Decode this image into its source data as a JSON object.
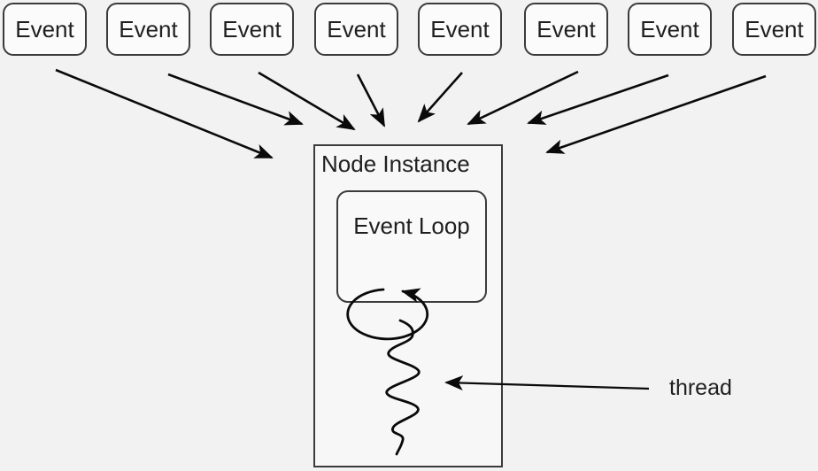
{
  "events": [
    "Event",
    "Event",
    "Event",
    "Event",
    "Event",
    "Event",
    "Event",
    "Event"
  ],
  "node_instance": {
    "label": "Node Instance"
  },
  "event_loop": {
    "label": "Event Loop"
  },
  "thread_label": "thread",
  "colors": {
    "background": "#f2f2f2",
    "box_fill": "#fbfbfb",
    "box_border": "#3b3b3b",
    "line": "#0a0a0a",
    "text": "#1f1f1f"
  }
}
